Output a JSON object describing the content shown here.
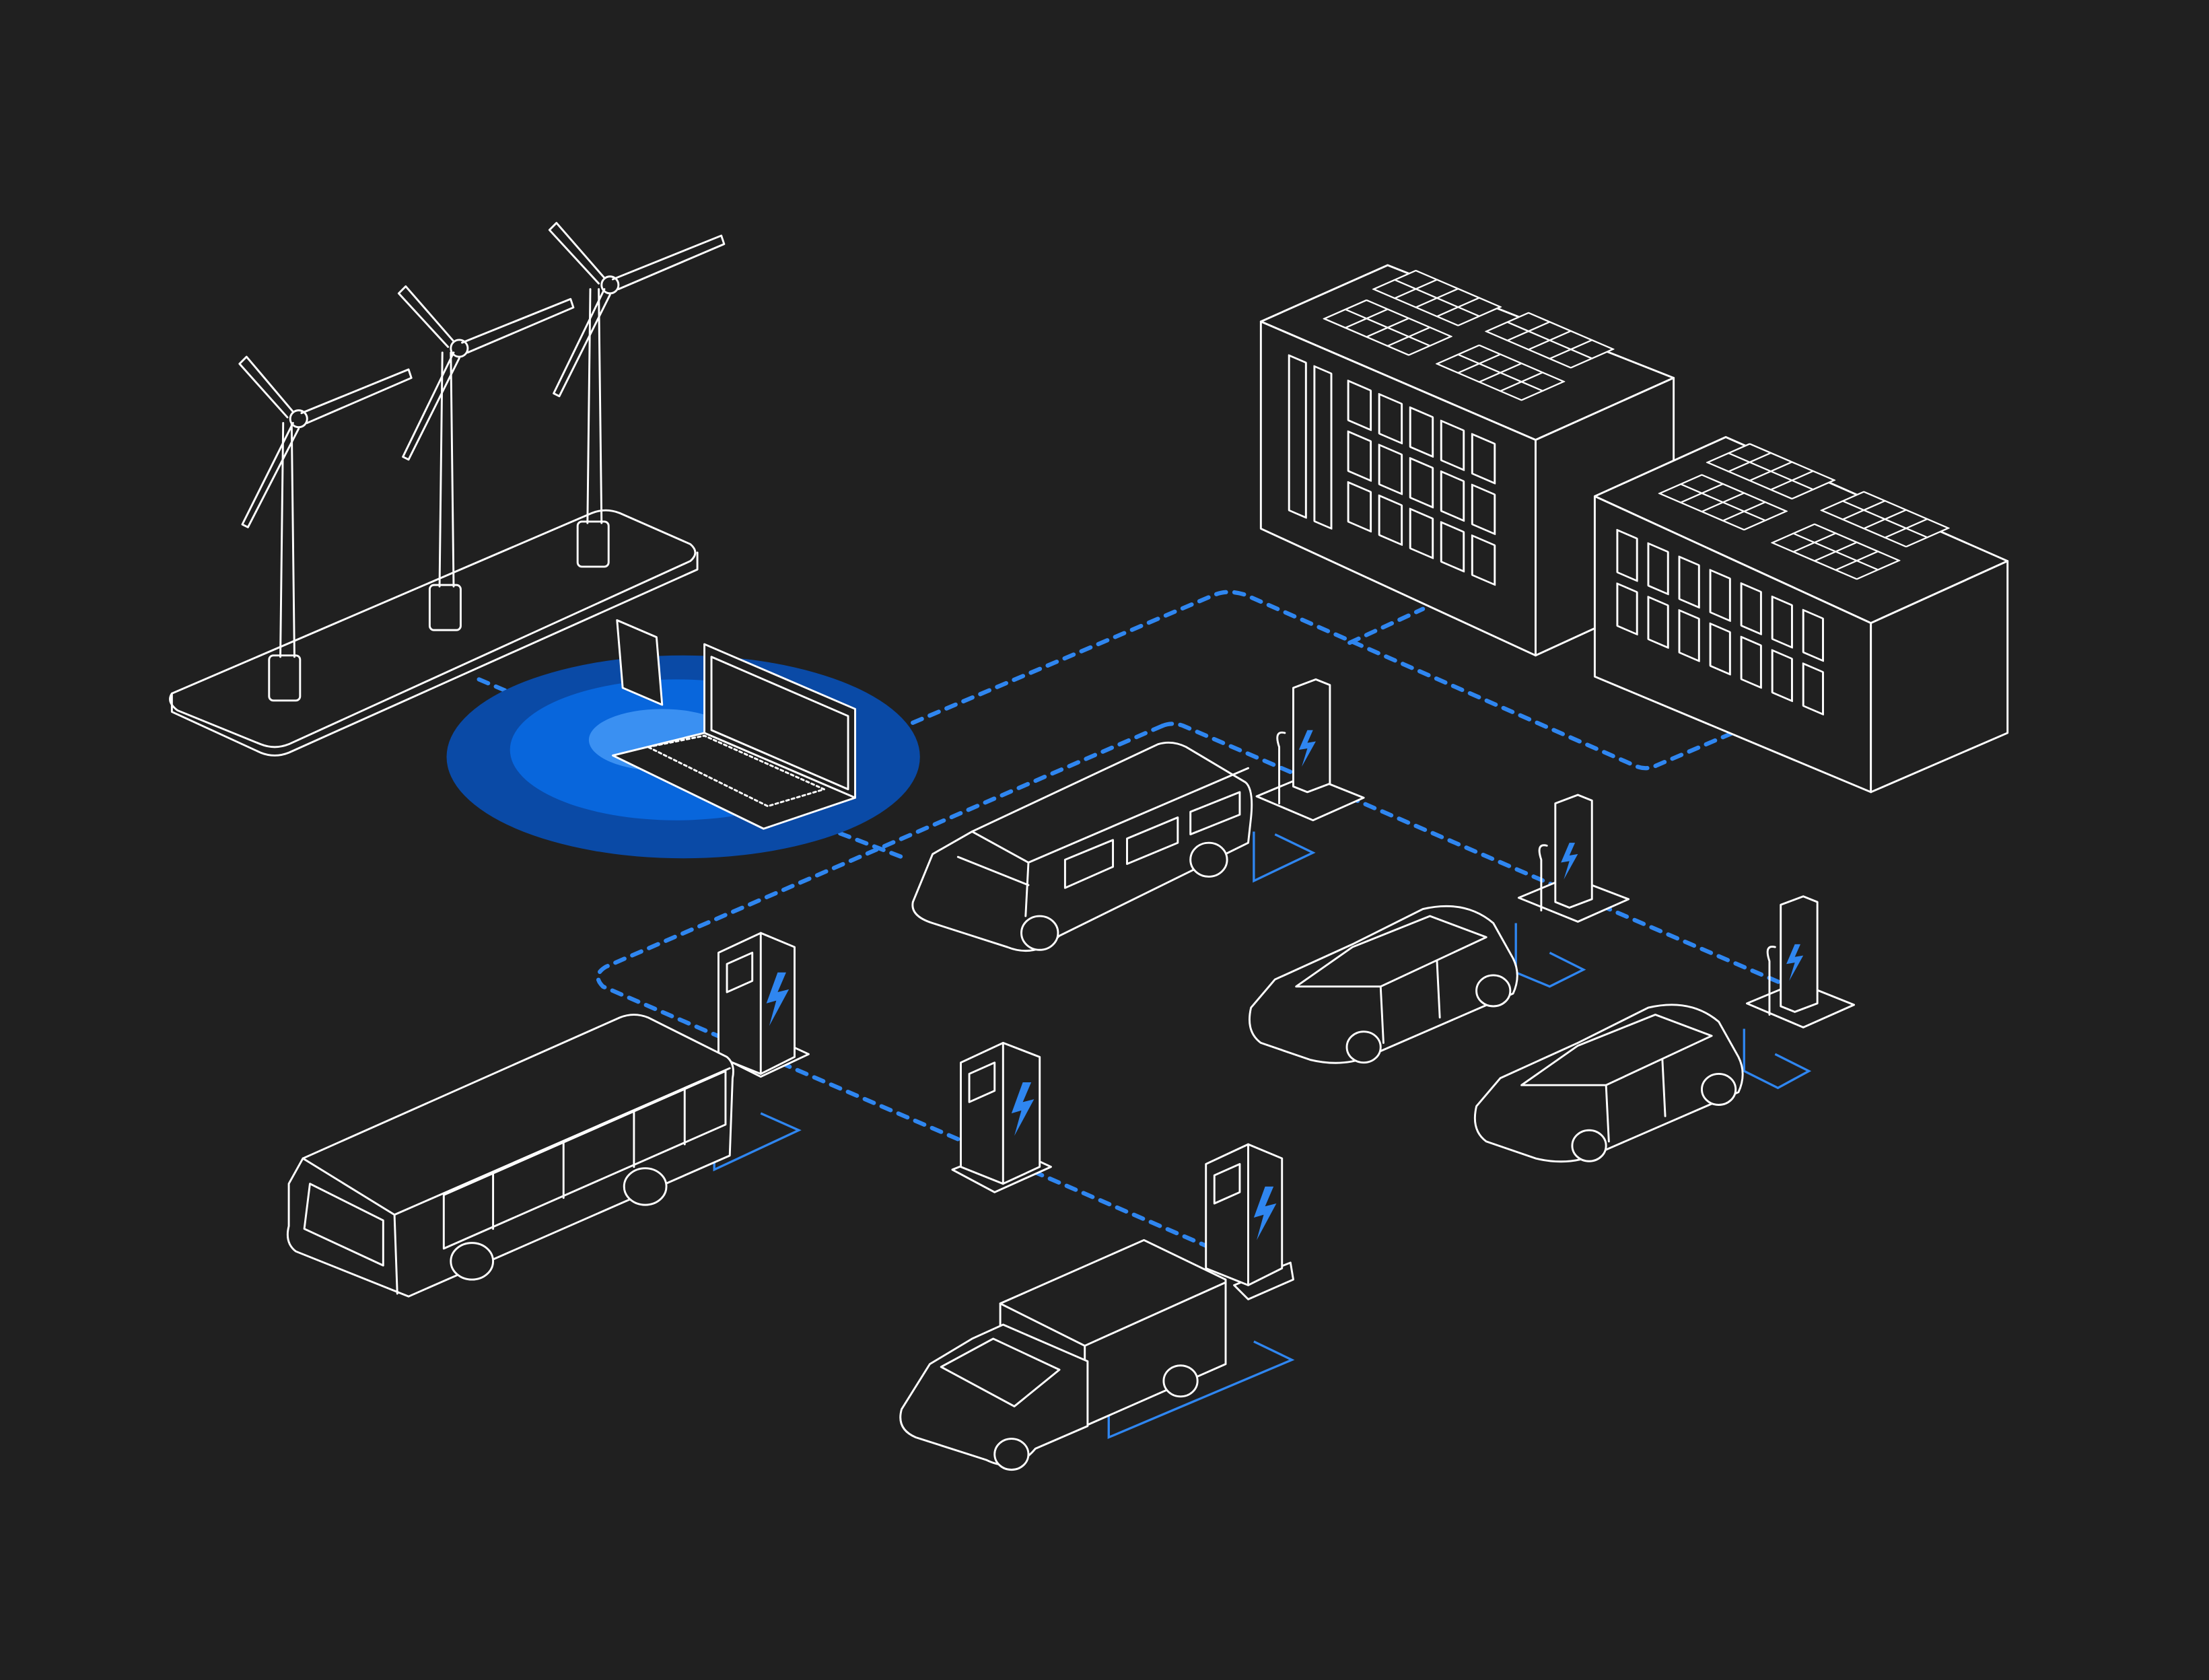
{
  "colors": {
    "background": "#202020",
    "line": "#ffffff",
    "network": "#2f86f0",
    "halo_outer": "#0a4aa6",
    "halo_middle": "#0866dc",
    "halo_inner": "#3a90f2"
  },
  "icons": [
    "wind-turbine",
    "solar-building",
    "laptop",
    "tablet",
    "ev-charger",
    "van",
    "bus",
    "truck",
    "car"
  ]
}
